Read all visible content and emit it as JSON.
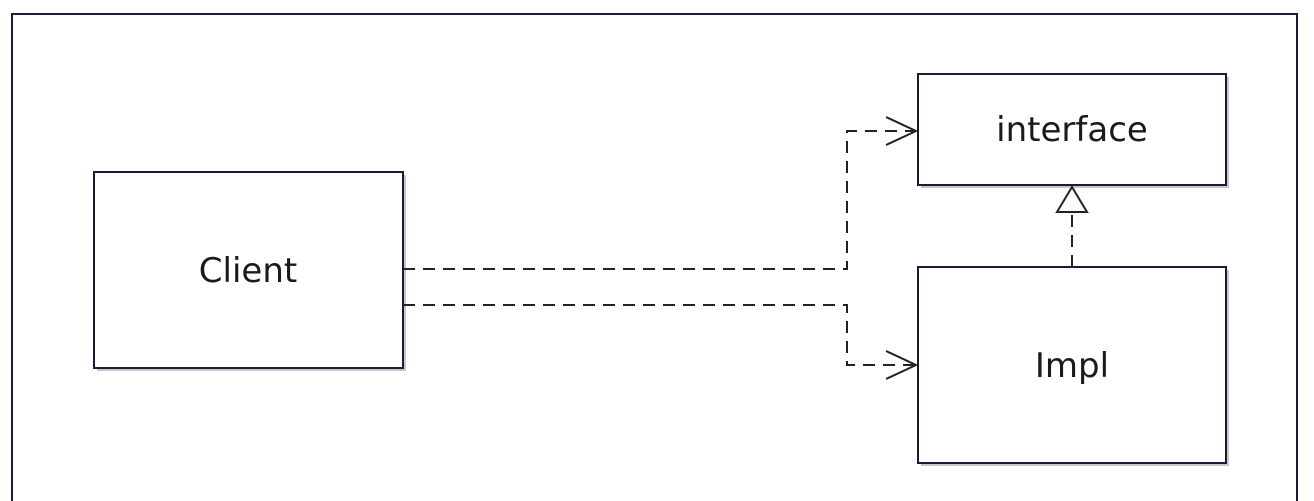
{
  "diagram": {
    "nodes": {
      "client": {
        "label": "Client"
      },
      "interface": {
        "label": "interface"
      },
      "impl": {
        "label": "Impl"
      }
    },
    "edges": [
      {
        "from": "client",
        "to": "interface",
        "kind": "dependency"
      },
      {
        "from": "client",
        "to": "impl",
        "kind": "dependency"
      },
      {
        "from": "impl",
        "to": "interface",
        "kind": "realization"
      }
    ],
    "colors": {
      "border": "#1a1a3a",
      "line": "#222222",
      "background": "#ffffff"
    }
  }
}
